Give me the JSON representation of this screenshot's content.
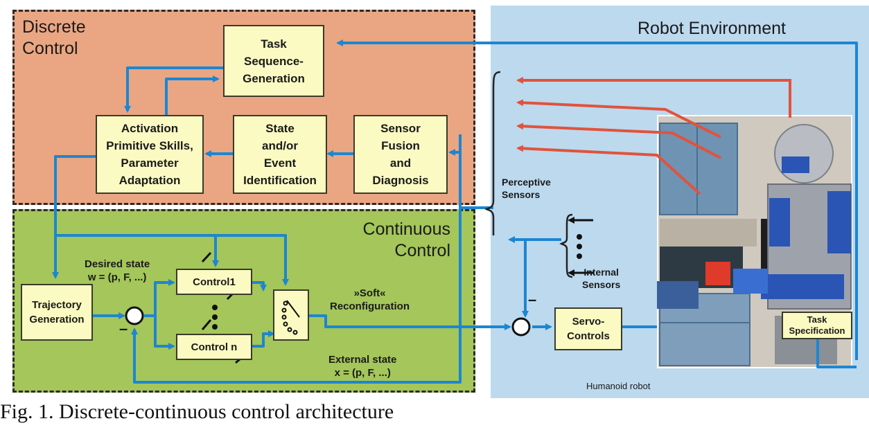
{
  "panels": {
    "discrete_title": "Discrete\nControl",
    "continuous_title": "Continuous\nControl",
    "robot_title": "Robot Environment"
  },
  "blocks": {
    "task_sequence": "Task\nSequence-\nGeneration",
    "activation": "Activation\nPrimitive Skills,\nParameter\nAdaptation",
    "state_event": "State\nand/or\nEvent\nIdentification",
    "sensor_fusion": "Sensor\nFusion\nand\nDiagnosis",
    "trajectory": "Trajectory\nGeneration",
    "control1": "Control1",
    "controln": "Control n",
    "servo": "Servo-\nControls",
    "task_spec": "Task\nSpecification"
  },
  "labels": {
    "desired_state": "Desired state\nw = (p, F, ...)",
    "external_state": "External state\nx = (p, F, ...)",
    "soft_reconfig": "»Soft«\nReconfiguration",
    "perceptive_sensors": "Perceptive\nSensors",
    "internal_sensors": "Internal\nSensors",
    "humanoid_robot": "Humanoid robot",
    "minus_left": "–",
    "minus_right": "–"
  },
  "caption": "Fig. 1. Discrete-continuous control architecture",
  "colors": {
    "flow": "#1c86d1",
    "sensor": "#e0533c",
    "discrete_bg": "#eaa683",
    "continuous_bg": "#a4c65a",
    "robot_bg": "#bcd9ee",
    "block": "#fafac2"
  }
}
